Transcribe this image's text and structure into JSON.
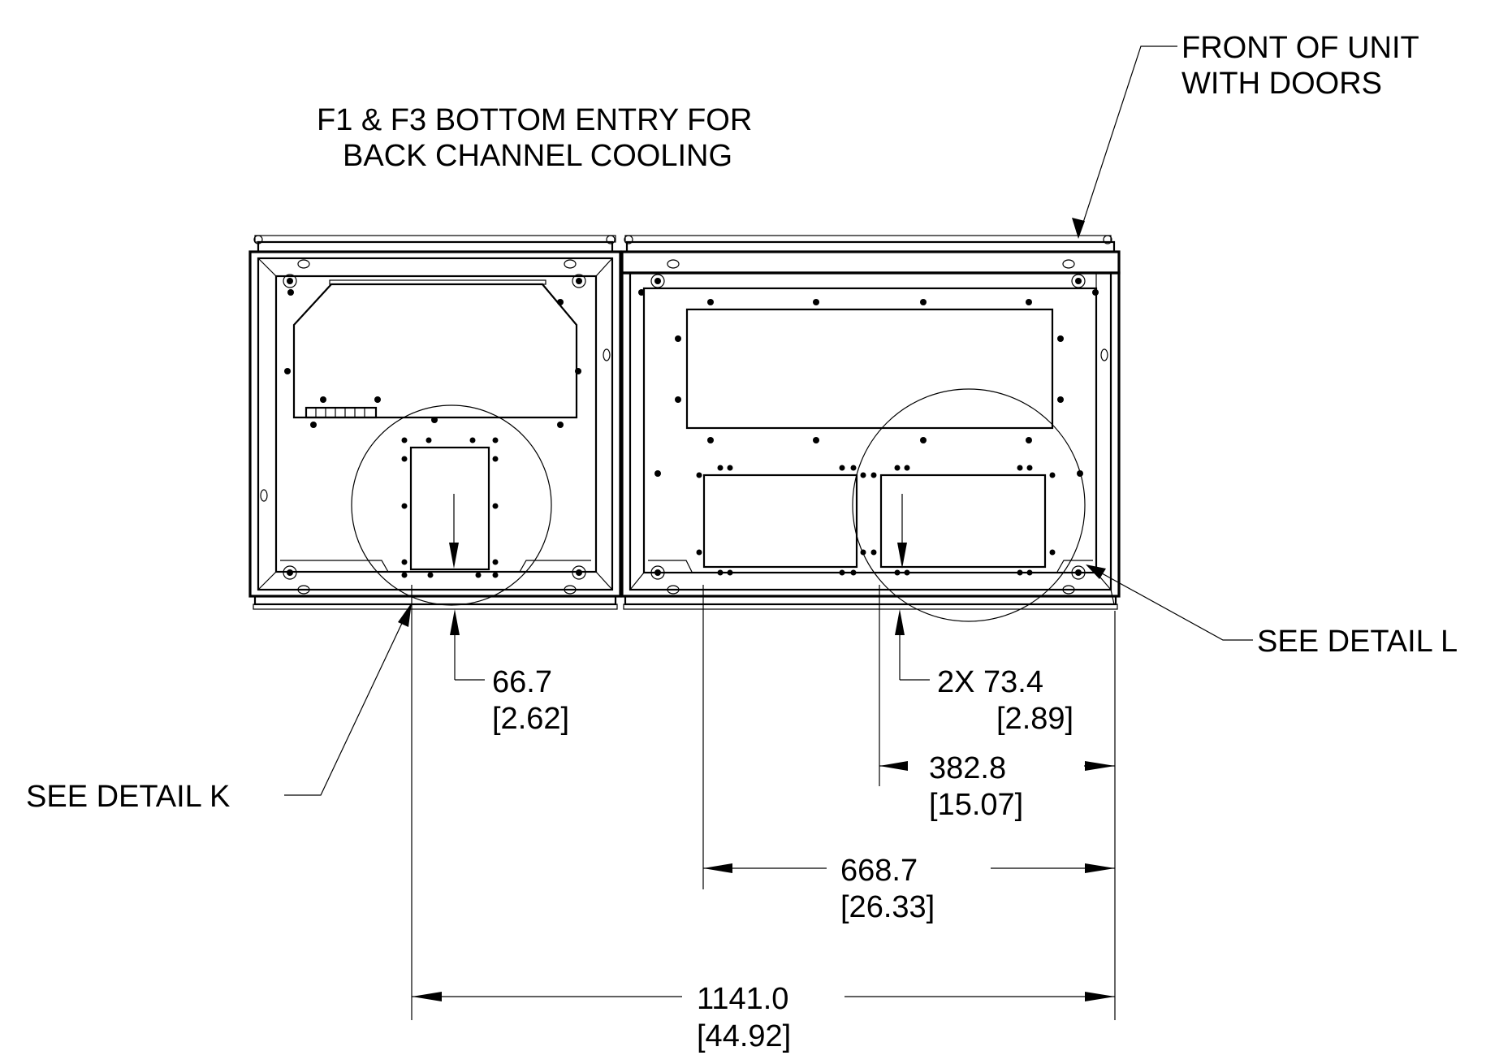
{
  "title": {
    "line1": "F1 & F3 BOTTOM ENTRY FOR",
    "line2": "BACK CHANNEL COOLING"
  },
  "callouts": {
    "front_line1": "FRONT OF UNIT",
    "front_line2": "WITH DOORS",
    "detail_k": "SEE DETAIL  K",
    "detail_l": "SEE DETAIL  L"
  },
  "dimensions": {
    "d1_mm": "66.7",
    "d1_in": "[2.62]",
    "d2_mm": "2X 73.4",
    "d2_in": "[2.89]",
    "d3_mm": "382.8",
    "d3_in": "[15.07]",
    "d4_mm": "668.7",
    "d4_in": "[26.33]",
    "d5_mm": "1141.0",
    "d5_in": "[44.92]"
  }
}
